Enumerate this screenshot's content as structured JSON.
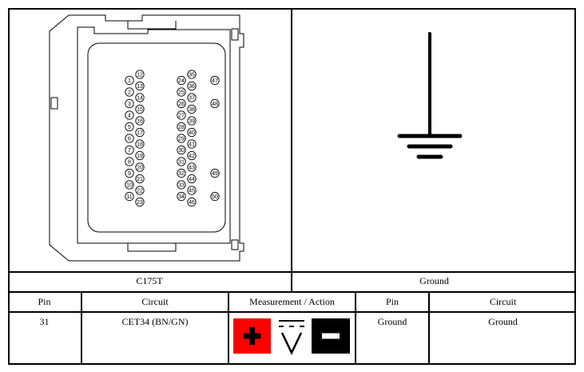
{
  "connector": {
    "label": "C175T",
    "pins_col1": [
      "1",
      "2",
      "3",
      "4",
      "5",
      "6",
      "7",
      "8",
      "9",
      "10",
      "11"
    ],
    "pins_col2": [
      "12",
      "13",
      "14",
      "15",
      "16",
      "17",
      "18",
      "19",
      "20",
      "21",
      "22",
      "23"
    ],
    "pins_col3": [
      "24",
      "25",
      "26",
      "27",
      "28",
      "29",
      "30",
      "31",
      "32",
      "33",
      "34"
    ],
    "pins_col4": [
      "35",
      "36",
      "37",
      "38",
      "39",
      "40",
      "41",
      "42",
      "43",
      "44",
      "45",
      "46"
    ],
    "pins_col5": [
      "47",
      "48",
      "49",
      "50"
    ]
  },
  "ground_panel": {
    "label": "Ground",
    "icon": "ground-symbol-icon"
  },
  "table": {
    "headers": [
      "Pin",
      "Circuit",
      "Measurement / Action",
      "Pin",
      "Circuit"
    ],
    "row": {
      "pin_a": "31",
      "circuit_a": "CET34 (BN/GN)",
      "measurement_icons": [
        "positive-lead-icon",
        "dc-voltage-icon",
        "negative-lead-icon"
      ],
      "pin_b": "Ground",
      "circuit_b": "Ground"
    }
  },
  "colors": {
    "positive": "#ff0000",
    "negative": "#000000",
    "line": "#000000"
  }
}
